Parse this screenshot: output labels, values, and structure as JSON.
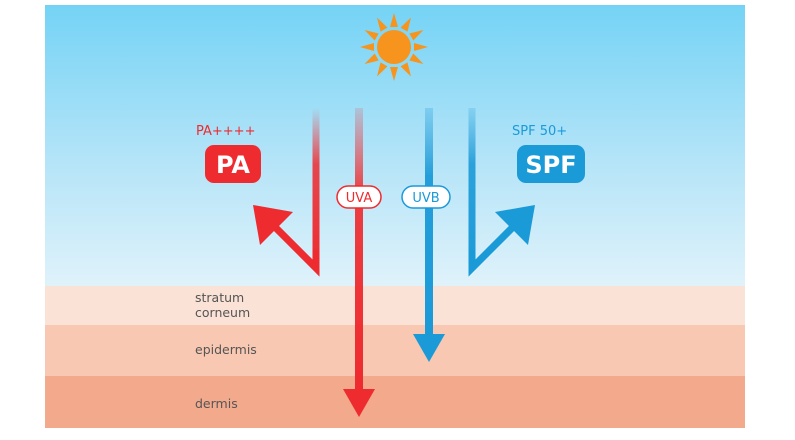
{
  "pa": {
    "rating": "PA++++",
    "badge": "PA"
  },
  "spf": {
    "rating": "SPF 50+",
    "badge": "SPF"
  },
  "rays": {
    "uva": "UVA",
    "uvb": "UVB"
  },
  "skin_layers": {
    "stratum_line1": "stratum",
    "stratum_line2": "corneum",
    "epidermis": "epidermis",
    "dermis": "dermis"
  },
  "colors": {
    "red": "#ee2b2f",
    "blue": "#1b9ad8",
    "sky_top": "#74d3f5",
    "sky_bottom": "#d3eefa",
    "stratum": "#fbe2d6",
    "epidermis": "#f8c8b2",
    "dermis": "#f2a98c",
    "sun": "#f7941d"
  },
  "icons": {
    "sun": "sun-icon"
  }
}
